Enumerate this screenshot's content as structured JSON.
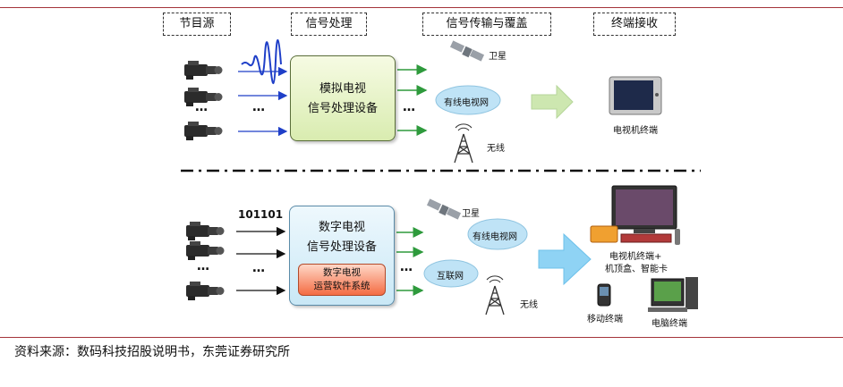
{
  "headers": {
    "source": "节目源",
    "processing": "信号处理",
    "transmission": "信号传输与覆盖",
    "terminal": "终端接收"
  },
  "analog": {
    "processor_line1": "模拟电视",
    "processor_line2": "信号处理设备",
    "satellite": "卫星",
    "cable": "有线电视网",
    "wireless": "无线",
    "terminal": "电视机终端",
    "ellipsis": "…"
  },
  "digital": {
    "bits": "101101",
    "processor_line1": "数字电视",
    "processor_line2": "信号处理设备",
    "ops_line1": "数字电视",
    "ops_line2": "运营软件系统",
    "satellite": "卫星",
    "cable": "有线电视网",
    "internet": "互联网",
    "wireless": "无线",
    "terminal_tv": "电视机终端+",
    "terminal_tv2": "机顶盒、智能卡",
    "terminal_mobile": "移动终端",
    "terminal_pc": "电脑终端",
    "ellipsis": "…"
  },
  "source_note": "资料来源：数码科技招股说明书，东莞证券研究所",
  "colors": {
    "rule": "#a4343a",
    "analog_arrow": "#1f3fc8",
    "green_arrow": "#2e9a3c",
    "cloud": "#bfe3f6",
    "big_arrow_analog": "#cde7b0",
    "big_arrow_digital": "#8fd3f4"
  }
}
